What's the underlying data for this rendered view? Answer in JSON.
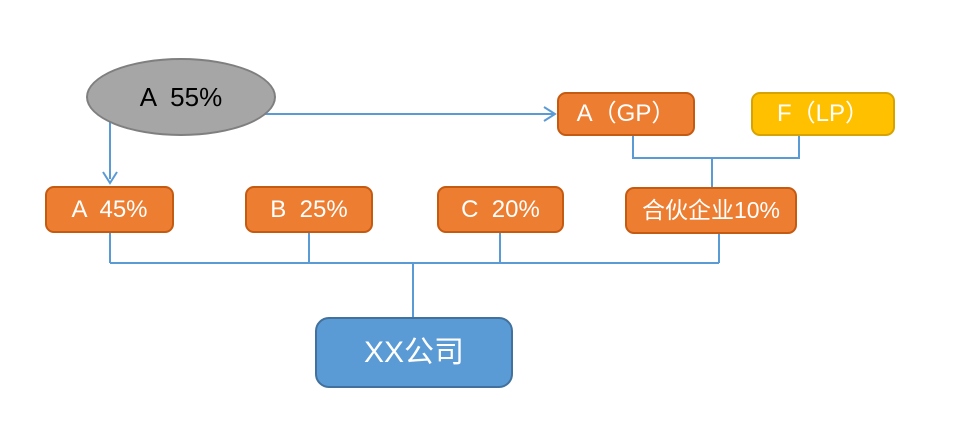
{
  "diagram": {
    "type": "ownership-structure",
    "background": "#FFFFFF"
  },
  "colors": {
    "connector": "#5B9BD5",
    "orange_fill": "#ED7D31",
    "orange_border": "#C55A11",
    "yellow_fill": "#FFC000",
    "yellow_border": "#D6A300",
    "gray_fill": "#A6A6A6",
    "gray_border": "#7F7F7F",
    "blue_fill": "#5B9BD5",
    "blue_border": "#41719C",
    "text_light": "#FFFFFF",
    "text_dark": "#000000"
  },
  "nodes": {
    "a55": {
      "label": "A  55%",
      "shape": "ellipse",
      "fill": "gray"
    },
    "gp": {
      "label": "A（GP）",
      "shape": "rounded-rect",
      "fill": "orange"
    },
    "lp": {
      "label": "F（LP）",
      "shape": "rounded-rect",
      "fill": "yellow"
    },
    "a45": {
      "label": "A  45%",
      "shape": "rounded-rect",
      "fill": "orange"
    },
    "b25": {
      "label": "B  25%",
      "shape": "rounded-rect",
      "fill": "orange"
    },
    "c20": {
      "label": "C  20%",
      "shape": "rounded-rect",
      "fill": "orange"
    },
    "partnership": {
      "label": "合伙企业10%",
      "shape": "rounded-rect",
      "fill": "orange"
    },
    "company": {
      "label": "XX公司",
      "shape": "rounded-rect",
      "fill": "blue"
    }
  },
  "edges": [
    {
      "from": "a55",
      "to": "gp",
      "style": "arrow"
    },
    {
      "from": "a55",
      "to": "a45",
      "style": "arrow"
    },
    {
      "from": "gp",
      "to": "partnership",
      "style": "line"
    },
    {
      "from": "lp",
      "to": "partnership",
      "style": "line"
    },
    {
      "from": "a45",
      "to": "company",
      "style": "line"
    },
    {
      "from": "b25",
      "to": "company",
      "style": "line"
    },
    {
      "from": "c20",
      "to": "company",
      "style": "line"
    },
    {
      "from": "partnership",
      "to": "company",
      "style": "line"
    }
  ]
}
